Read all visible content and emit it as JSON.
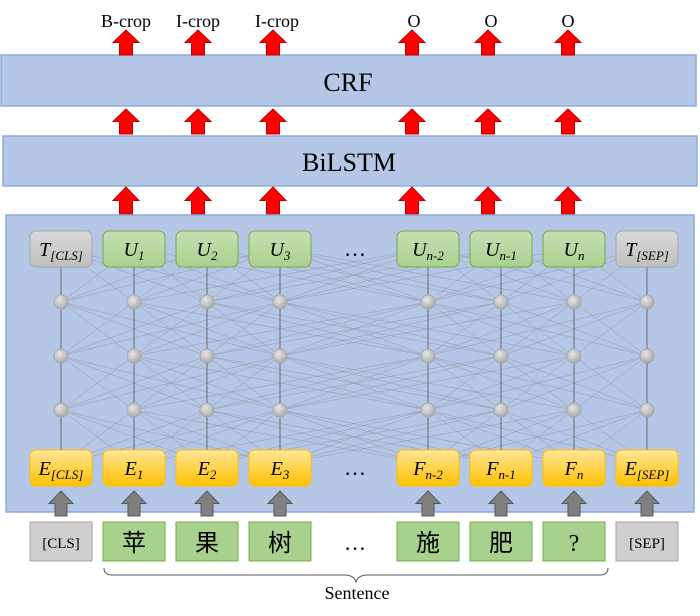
{
  "output_tags": [
    "B-crop",
    "I-crop",
    "I-crop",
    "O",
    "O",
    "O"
  ],
  "layers": {
    "crf": "CRF",
    "bilstm": "BiLSTM"
  },
  "encoder": {
    "top_tokens": [
      {
        "base": "T",
        "sub": "[CLS]",
        "kind": "special"
      },
      {
        "base": "U",
        "sub": "1",
        "kind": "normal"
      },
      {
        "base": "U",
        "sub": "2",
        "kind": "normal"
      },
      {
        "base": "U",
        "sub": "3",
        "kind": "normal"
      },
      {
        "base": "…",
        "sub": "",
        "kind": "ellipsis"
      },
      {
        "base": "U",
        "sub": "n-2",
        "kind": "normal"
      },
      {
        "base": "U",
        "sub": "n-1",
        "kind": "normal"
      },
      {
        "base": "U",
        "sub": "n",
        "kind": "normal"
      },
      {
        "base": "T",
        "sub": "[SEP]",
        "kind": "special"
      }
    ],
    "embeddings": [
      {
        "base": "E",
        "sub": "[CLS]",
        "kind": "normal"
      },
      {
        "base": "E",
        "sub": "1",
        "kind": "normal"
      },
      {
        "base": "E",
        "sub": "2",
        "kind": "normal"
      },
      {
        "base": "E",
        "sub": "3",
        "kind": "normal"
      },
      {
        "base": "…",
        "sub": "",
        "kind": "ellipsis"
      },
      {
        "base": "F",
        "sub": "n-2",
        "kind": "normal"
      },
      {
        "base": "F",
        "sub": "n-1",
        "kind": "normal"
      },
      {
        "base": "F",
        "sub": "n",
        "kind": "normal"
      },
      {
        "base": "E",
        "sub": "[SEP]",
        "kind": "normal"
      }
    ]
  },
  "input_tokens": [
    {
      "text": "[CLS]",
      "kind": "special"
    },
    {
      "text": "苹",
      "kind": "char"
    },
    {
      "text": "果",
      "kind": "char"
    },
    {
      "text": "树",
      "kind": "char"
    },
    {
      "text": "…",
      "kind": "ellipsis"
    },
    {
      "text": "施",
      "kind": "char"
    },
    {
      "text": "肥",
      "kind": "char"
    },
    {
      "text": "?",
      "kind": "char"
    },
    {
      "text": "[SEP]",
      "kind": "special"
    }
  ],
  "sentence_label": "Sentence",
  "colors": {
    "layer_fill": "#b4c7e7",
    "layer_stroke": "#8faadc",
    "token_green": "#a9d18e",
    "token_green_stroke": "#70ad47",
    "token_gray": "#c9c9c9",
    "embed_fill": "#ffd966",
    "arrow_red": "#ff0000",
    "arrow_gray": "#808080",
    "node_gray": "#bfbfbf"
  }
}
